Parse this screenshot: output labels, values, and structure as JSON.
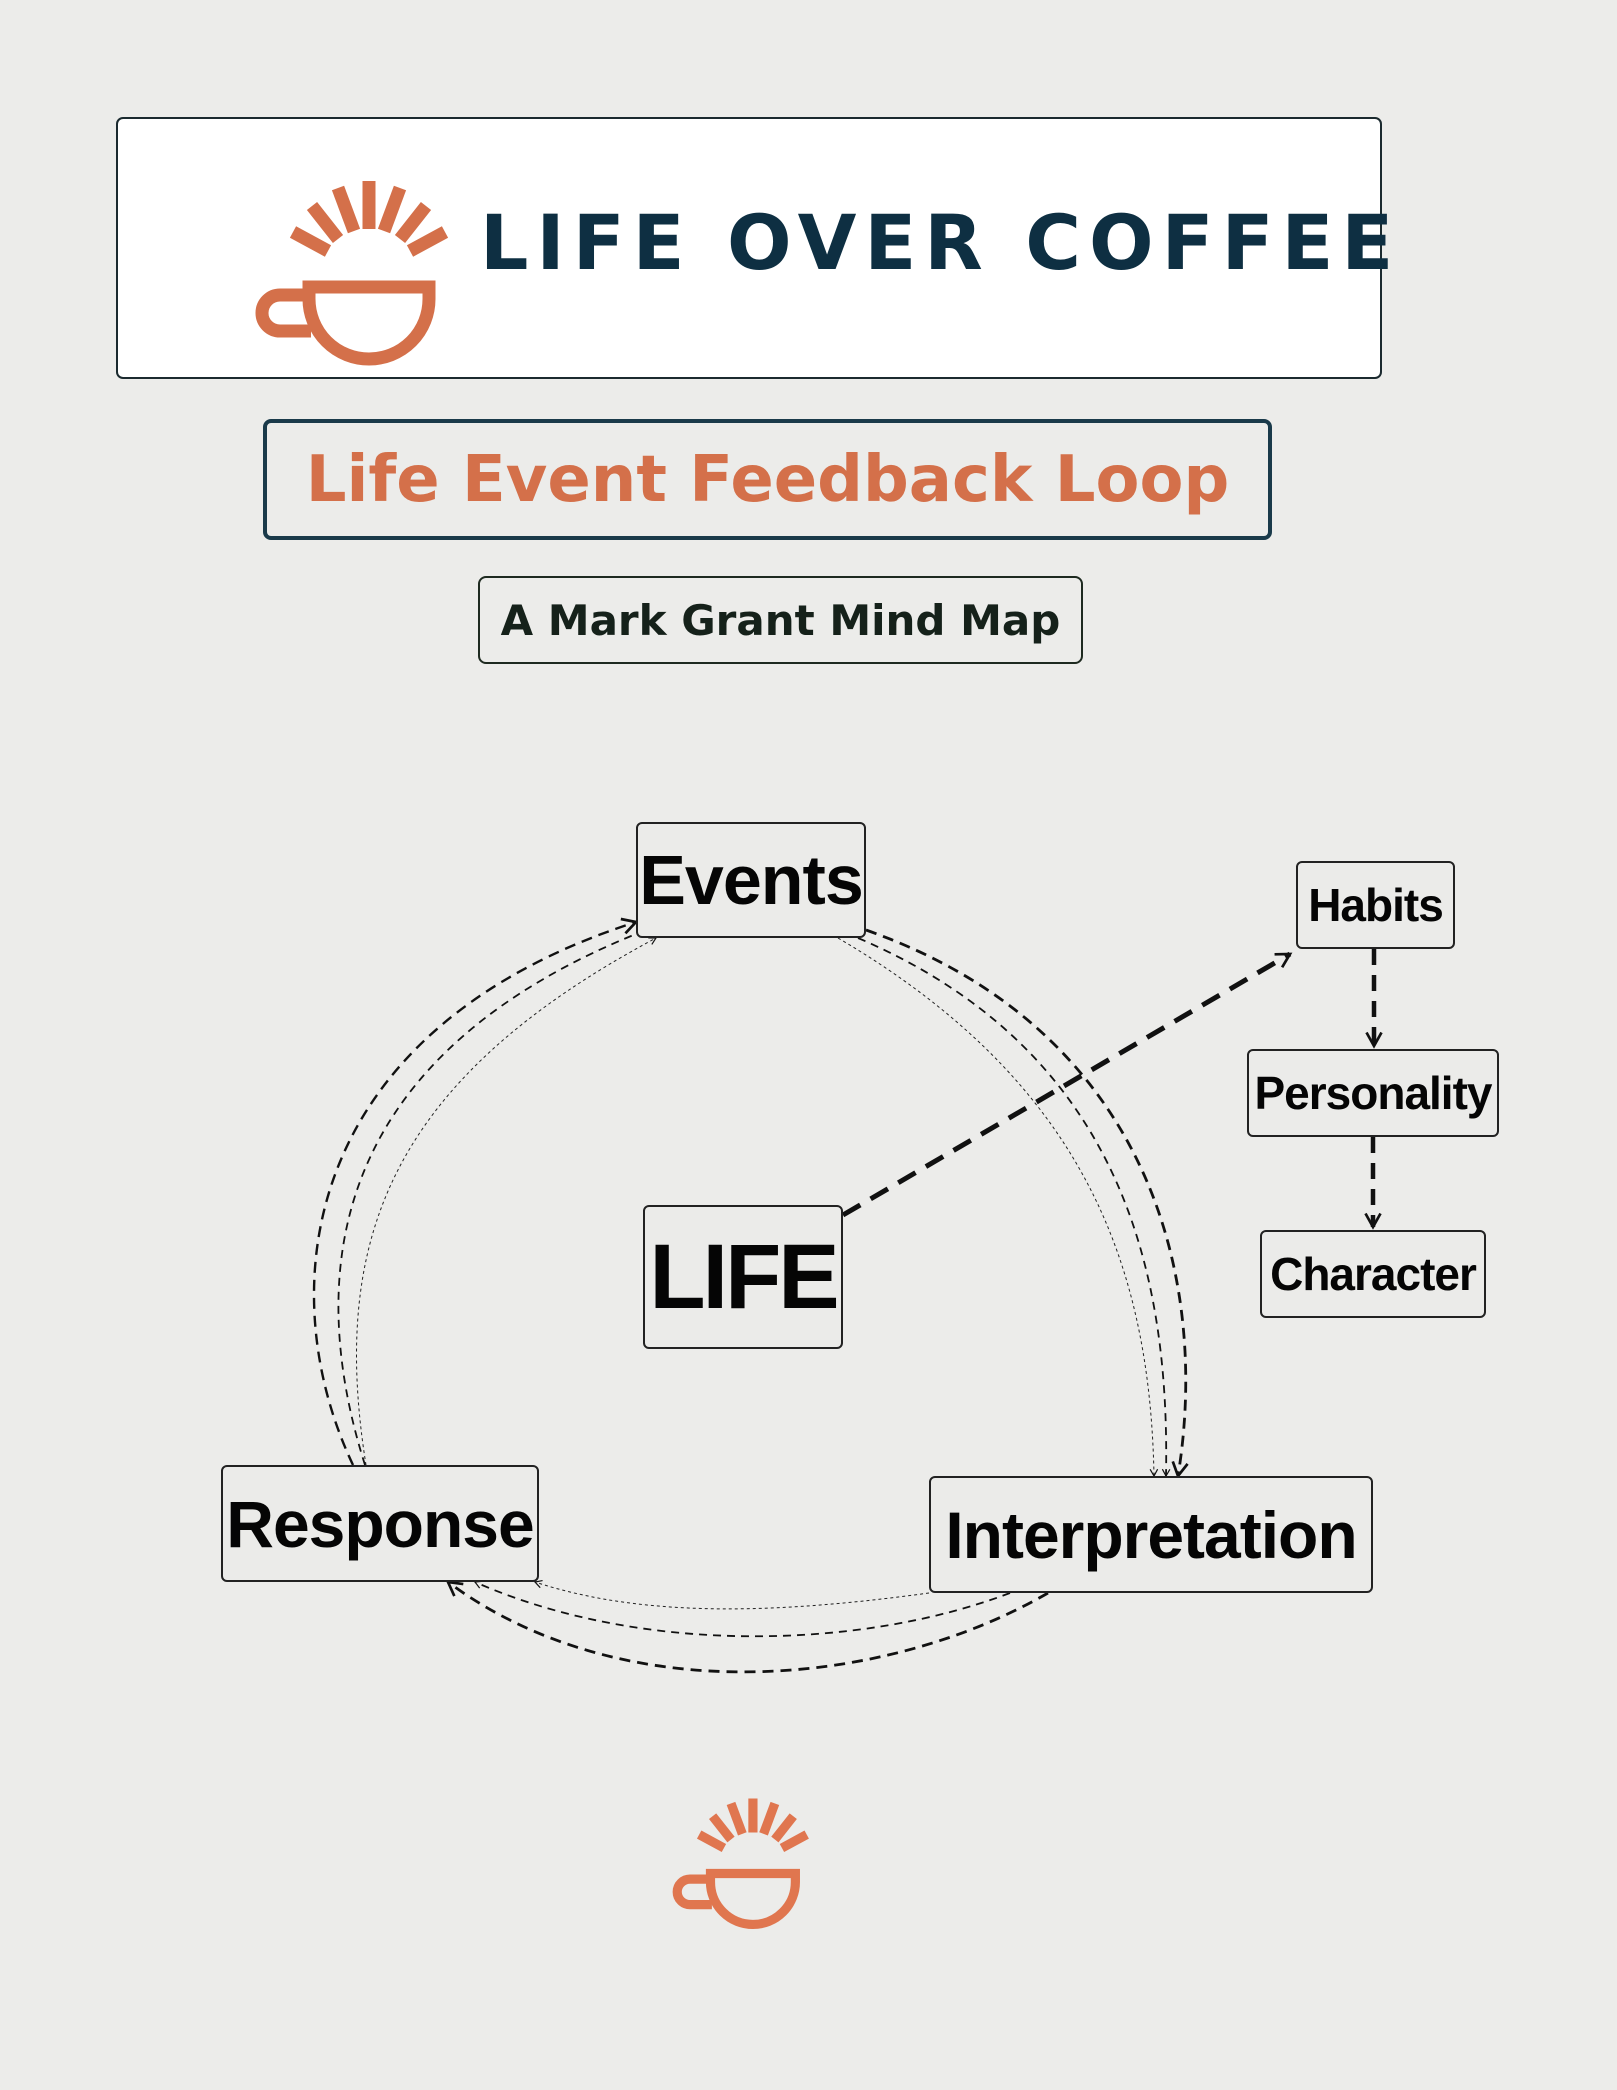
{
  "brand": {
    "name": "LIFE OVER COFFEE",
    "accent_color": "#d4704a",
    "text_color": "#0e2f42",
    "logo_icon": "coffee-cup-sunrise-icon"
  },
  "title": "Life Event Feedback Loop",
  "subtitle": "A Mark Grant Mind Map",
  "diagram": {
    "center": "LIFE",
    "cycle": [
      "Events",
      "Interpretation",
      "Response"
    ],
    "chain": [
      "Habits",
      "Personality",
      "Character"
    ],
    "edges": [
      {
        "from": "Events",
        "to": "Interpretation",
        "style": "dashed"
      },
      {
        "from": "Interpretation",
        "to": "Response",
        "style": "dashed"
      },
      {
        "from": "Response",
        "to": "Events",
        "style": "dashed"
      },
      {
        "from": "LIFE",
        "to": "Habits",
        "style": "dashed"
      },
      {
        "from": "Habits",
        "to": "Personality",
        "style": "dashed"
      },
      {
        "from": "Personality",
        "to": "Character",
        "style": "dashed"
      }
    ]
  },
  "footer": {
    "logo_icon": "coffee-cup-sunrise-icon"
  }
}
